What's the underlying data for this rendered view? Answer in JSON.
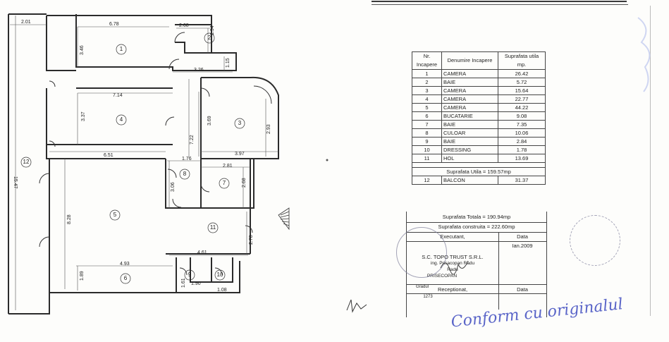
{
  "plan": {
    "dims": {
      "d201": "2.01",
      "d678": "6.78",
      "d268": "2.68",
      "d194": "1.94",
      "d346": "3.46",
      "d115": "1.15",
      "d326": "3.26",
      "d714": "7.14",
      "d337": "3.37",
      "d369": "3.69",
      "d722": "7.22",
      "d293": "2.93",
      "d1547": "15.47",
      "d651": "6.51",
      "d397": "3.97",
      "d176": "1.76",
      "d281": "2.81",
      "d306": "3.06",
      "d268b": "2.68",
      "d828": "8.28",
      "d278": "2.78",
      "d461": "4.61",
      "d493": "4.93",
      "d189": "1.89",
      "d161": "1.61",
      "d190": "1.90",
      "d108": "1.08"
    },
    "rooms": [
      "1",
      "2",
      "3",
      "4",
      "5",
      "6",
      "7",
      "8",
      "9",
      "10",
      "11",
      "12"
    ]
  },
  "table": {
    "headers": [
      "Nr. Incapere",
      "Denumire Incapere",
      "Suprafata utila mp."
    ],
    "rows": [
      {
        "nr": "1",
        "name": "CAMERA",
        "area": "26.42"
      },
      {
        "nr": "2",
        "name": "BAIE",
        "area": "5.72"
      },
      {
        "nr": "3",
        "name": "CAMERA",
        "area": "15.64"
      },
      {
        "nr": "4",
        "name": "CAMERA",
        "area": "22.77"
      },
      {
        "nr": "5",
        "name": "CAMERA",
        "area": "44.22"
      },
      {
        "nr": "6",
        "name": "BUCATARIE",
        "area": "9.08"
      },
      {
        "nr": "7",
        "name": "BAIE",
        "area": "7.35"
      },
      {
        "nr": "8",
        "name": "CULOAR",
        "area": "10.06"
      },
      {
        "nr": "9",
        "name": "BAIE",
        "area": "2.84"
      },
      {
        "nr": "10",
        "name": "DRESSING",
        "area": "1.78"
      },
      {
        "nr": "11",
        "name": "HOL",
        "area": "13.69"
      }
    ],
    "util_total": "Suprafata Utila = 159.57mp",
    "balcon": {
      "nr": "12",
      "name": "BALCON",
      "area": "31.37"
    },
    "total": "Suprafata Totala = 190.94mp",
    "construita": "Suprafata construita = 222.60mp",
    "executant": "Executant,",
    "data_label": "Data",
    "company": "S.C. TOPO TRUST S.R.L.",
    "engineer": "ing. Prisacopan Radu",
    "date": "Ian.2009",
    "radu": "Radu",
    "prisecopan": "PRISECOPAN",
    "gradul": "Gradul",
    "receptionat": "Receptionat,",
    "data2": "Data",
    "nr_bottom": "1273"
  },
  "handwriting": "Conform cu originalul"
}
